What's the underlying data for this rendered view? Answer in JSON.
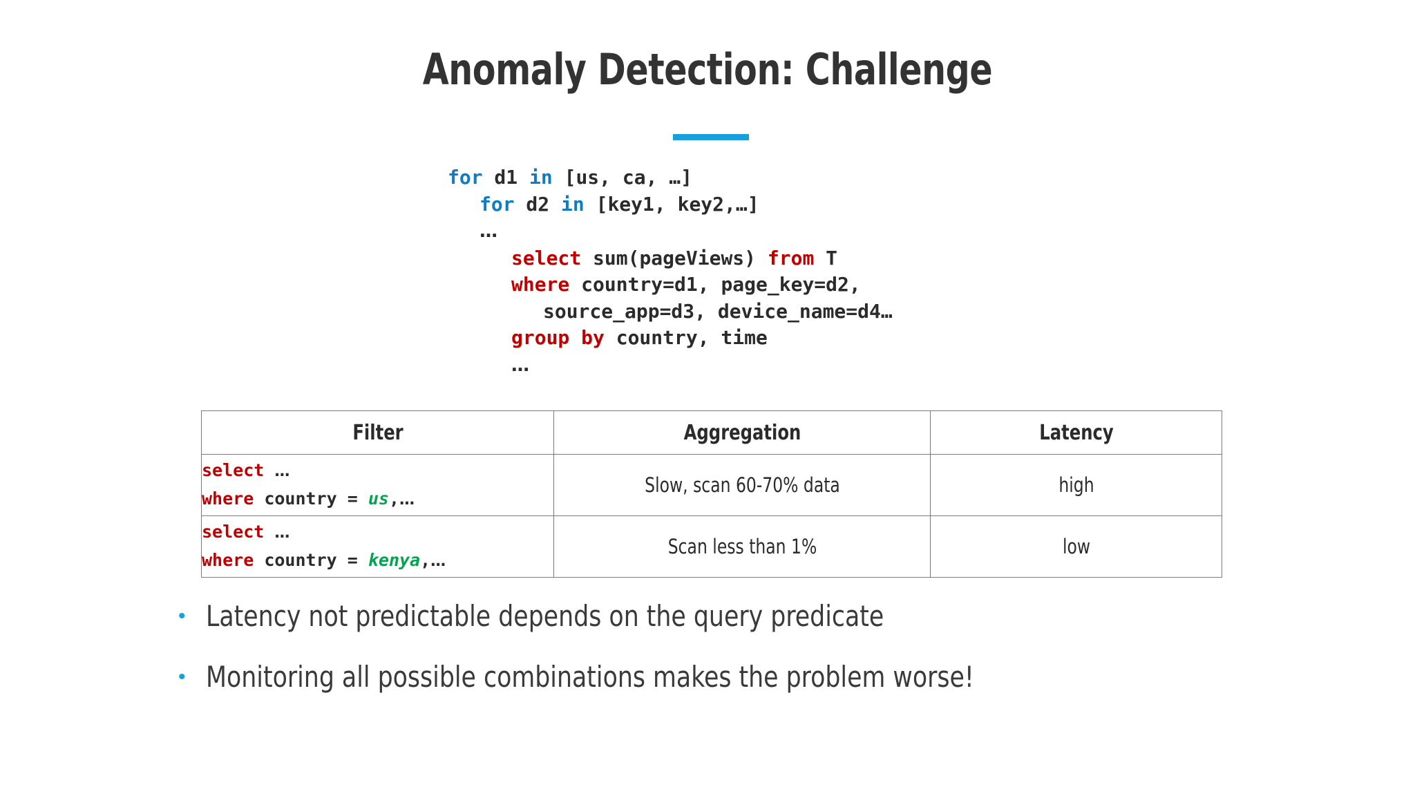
{
  "slide": {
    "title": "Anomaly Detection: Challenge",
    "accent_color": "#17A0DB"
  },
  "code_block": {
    "lines": [
      {
        "indent": 0,
        "tokens": [
          {
            "text": "for",
            "style": "kw-blue"
          },
          {
            "text": " d1 ",
            "style": "plain"
          },
          {
            "text": "in",
            "style": "kw-blue"
          },
          {
            "text": " [us, ca, …]",
            "style": "plain"
          }
        ]
      },
      {
        "indent": 1,
        "tokens": [
          {
            "text": "for",
            "style": "kw-blue"
          },
          {
            "text": " d2 ",
            "style": "plain"
          },
          {
            "text": "in",
            "style": "kw-blue"
          },
          {
            "text": " [key1, key2,…]",
            "style": "plain"
          }
        ]
      },
      {
        "indent": 1,
        "tokens": [
          {
            "text": "…",
            "style": "ellipsis"
          }
        ]
      },
      {
        "indent": 2,
        "tokens": [
          {
            "text": "select",
            "style": "kw-red"
          },
          {
            "text": " sum(pageViews) ",
            "style": "plain"
          },
          {
            "text": "from",
            "style": "kw-red"
          },
          {
            "text": " T",
            "style": "plain"
          }
        ]
      },
      {
        "indent": 2,
        "tokens": [
          {
            "text": "where",
            "style": "kw-red"
          },
          {
            "text": " country=d1, page_key=d2,",
            "style": "plain"
          }
        ]
      },
      {
        "indent": 3,
        "tokens": [
          {
            "text": "source_app=d3, device_name=d4…",
            "style": "plain"
          }
        ]
      },
      {
        "indent": 2,
        "tokens": [
          {
            "text": "group by",
            "style": "kw-red"
          },
          {
            "text": " country, time",
            "style": "plain"
          }
        ]
      },
      {
        "indent": 2,
        "tokens": [
          {
            "text": "…",
            "style": "ellipsis"
          }
        ]
      }
    ]
  },
  "table": {
    "headers": [
      "Filter",
      "Aggregation",
      "Latency"
    ],
    "rows": [
      {
        "filter_lines": [
          [
            {
              "text": "select",
              "style": "kw-red"
            },
            {
              "text": " ",
              "style": "plain"
            },
            {
              "text": "…",
              "style": "ellipsis"
            }
          ],
          [
            {
              "text": "where",
              "style": "kw-red"
            },
            {
              "text": " country = ",
              "style": "plain"
            },
            {
              "text": "us",
              "style": "kw-green"
            },
            {
              "text": ",",
              "style": "plain"
            },
            {
              "text": "…",
              "style": "ellipsis"
            }
          ]
        ],
        "aggregation": "Slow, scan 60-70% data",
        "latency": "high"
      },
      {
        "filter_lines": [
          [
            {
              "text": "select",
              "style": "kw-red"
            },
            {
              "text": " ",
              "style": "plain"
            },
            {
              "text": "…",
              "style": "ellipsis"
            }
          ],
          [
            {
              "text": "where",
              "style": "kw-red"
            },
            {
              "text": " country = ",
              "style": "plain"
            },
            {
              "text": "kenya",
              "style": "kw-green"
            },
            {
              "text": ",",
              "style": "plain"
            },
            {
              "text": "…",
              "style": "ellipsis"
            }
          ]
        ],
        "aggregation": "Scan less than 1%",
        "latency": "low"
      }
    ]
  },
  "bullets": {
    "marker": "•",
    "items": [
      "Latency not predictable depends on the query predicate",
      "Monitoring all possible combinations makes the problem worse!"
    ]
  }
}
